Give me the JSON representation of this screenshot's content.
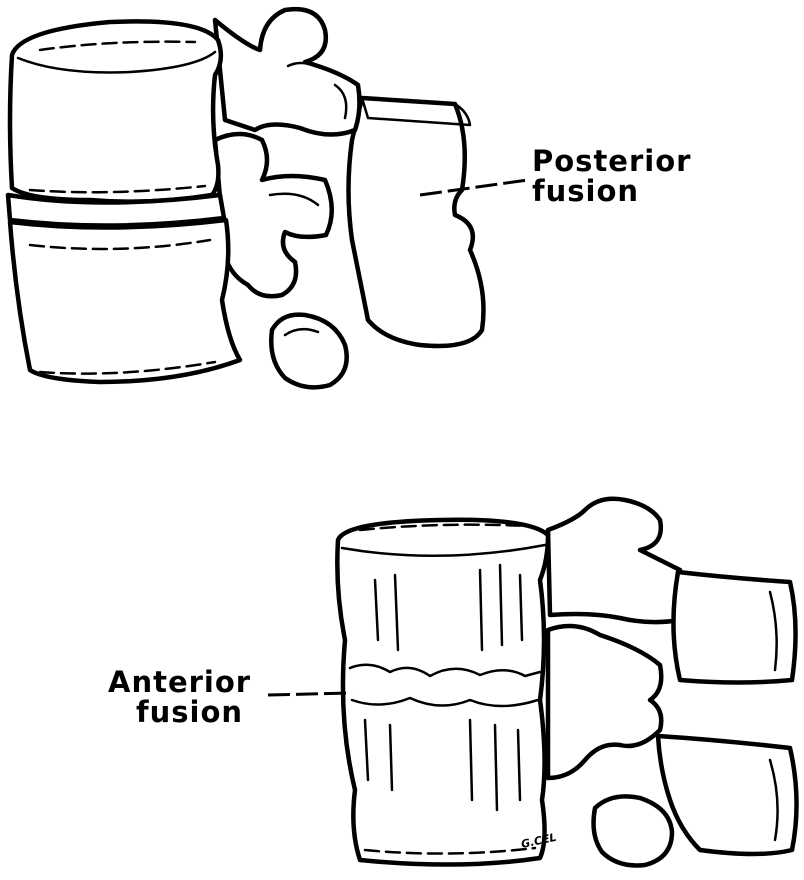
{
  "labels": {
    "posterior": {
      "line1": "Posterior",
      "line2": "fusion"
    },
    "anterior": {
      "line1": "Anterior",
      "line2": "fusion"
    }
  },
  "signature": "G.CEL"
}
